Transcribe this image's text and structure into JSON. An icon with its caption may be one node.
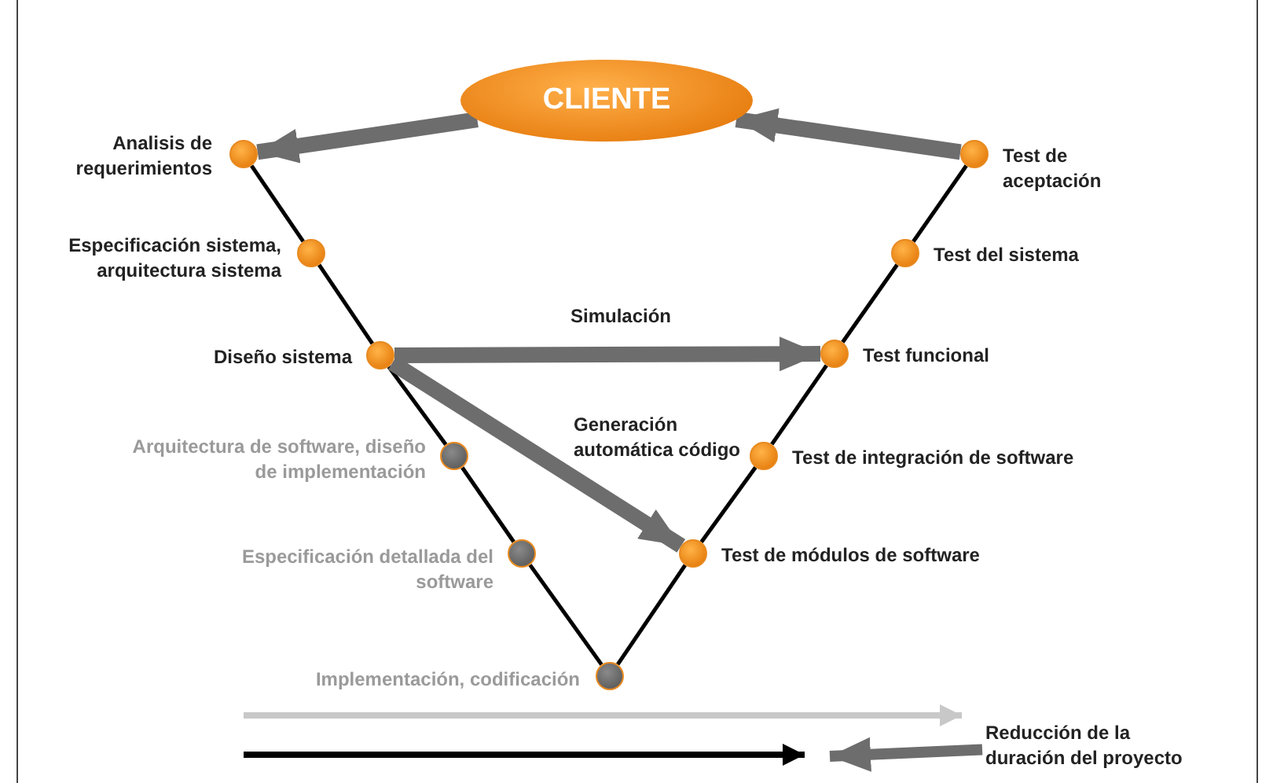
{
  "diagram": {
    "nodes": [
      {
        "text": [
          "CLIENTE"
        ]
      },
      {
        "text": [],
        "shape": "circle",
        "beside": [
          "Analisis de requerimientos"
        ]
      },
      {
        "text": [],
        "shape": "circle",
        "beside": [
          "Especificación sistema, arquitectura sistema"
        ]
      },
      {
        "text": [],
        "shape": "circle",
        "beside": [
          "Diseño sistema"
        ]
      },
      {
        "text": [],
        "shape": "circle",
        "beside": [
          "Arquitectura de software, diseño de implementación"
        ]
      },
      {
        "text": [],
        "shape": "circle",
        "beside": [
          "Especificación detallada del software"
        ]
      },
      {
        "text": [],
        "shape": "circle",
        "beside": [
          "Implementación, codificación"
        ]
      },
      {
        "text": [],
        "shape": "circle",
        "beside": [
          "Test de módulos de software"
        ]
      },
      {
        "text": [],
        "shape": "circle",
        "beside": [
          "Test de integración de software"
        ]
      },
      {
        "text": [],
        "shape": "circle",
        "beside": [
          "Test funcional"
        ]
      },
      {
        "text": [],
        "shape": "circle",
        "beside": [
          "Test del sistema"
        ]
      },
      {
        "text": [],
        "shape": "circle",
        "beside": [
          "Test de aceptación"
        ]
      },
      {
        "text": [
          "Reducción de la duración del proyecto"
        ]
      }
    ],
    "edges": [
      {
        "from": 0,
        "to": 1,
        "arrow": "to",
        "style": "thick",
        "color": "#6d6d6d"
      },
      {
        "from": 11,
        "to": 0,
        "arrow": "to",
        "style": "thick",
        "color": "#6d6d6d"
      },
      {
        "from": 1,
        "to": 2,
        "arrow": "none"
      },
      {
        "from": 2,
        "to": 3,
        "arrow": "none"
      },
      {
        "from": 3,
        "to": 4,
        "arrow": "none"
      },
      {
        "from": 4,
        "to": 5,
        "arrow": "none"
      },
      {
        "from": 5,
        "to": 6,
        "arrow": "none"
      },
      {
        "from": 6,
        "to": 7,
        "arrow": "none"
      },
      {
        "from": 7,
        "to": 8,
        "arrow": "none"
      },
      {
        "from": 8,
        "to": 9,
        "arrow": "none"
      },
      {
        "from": 9,
        "to": 10,
        "arrow": "none"
      },
      {
        "from": 10,
        "to": 11,
        "arrow": "none"
      },
      {
        "from": 3,
        "to": 9,
        "arrow": "to",
        "label": "Simulación",
        "style": "thick",
        "color": "#6d6d6d"
      },
      {
        "from": 3,
        "to": 7,
        "arrow": "to",
        "label": "Generación automática código",
        "style": "thick",
        "color": "#6d6d6d"
      },
      {
        "from": 12,
        "to": null,
        "arrow": "to",
        "style": "thick",
        "color": "#6d6d6d"
      }
    ]
  }
}
